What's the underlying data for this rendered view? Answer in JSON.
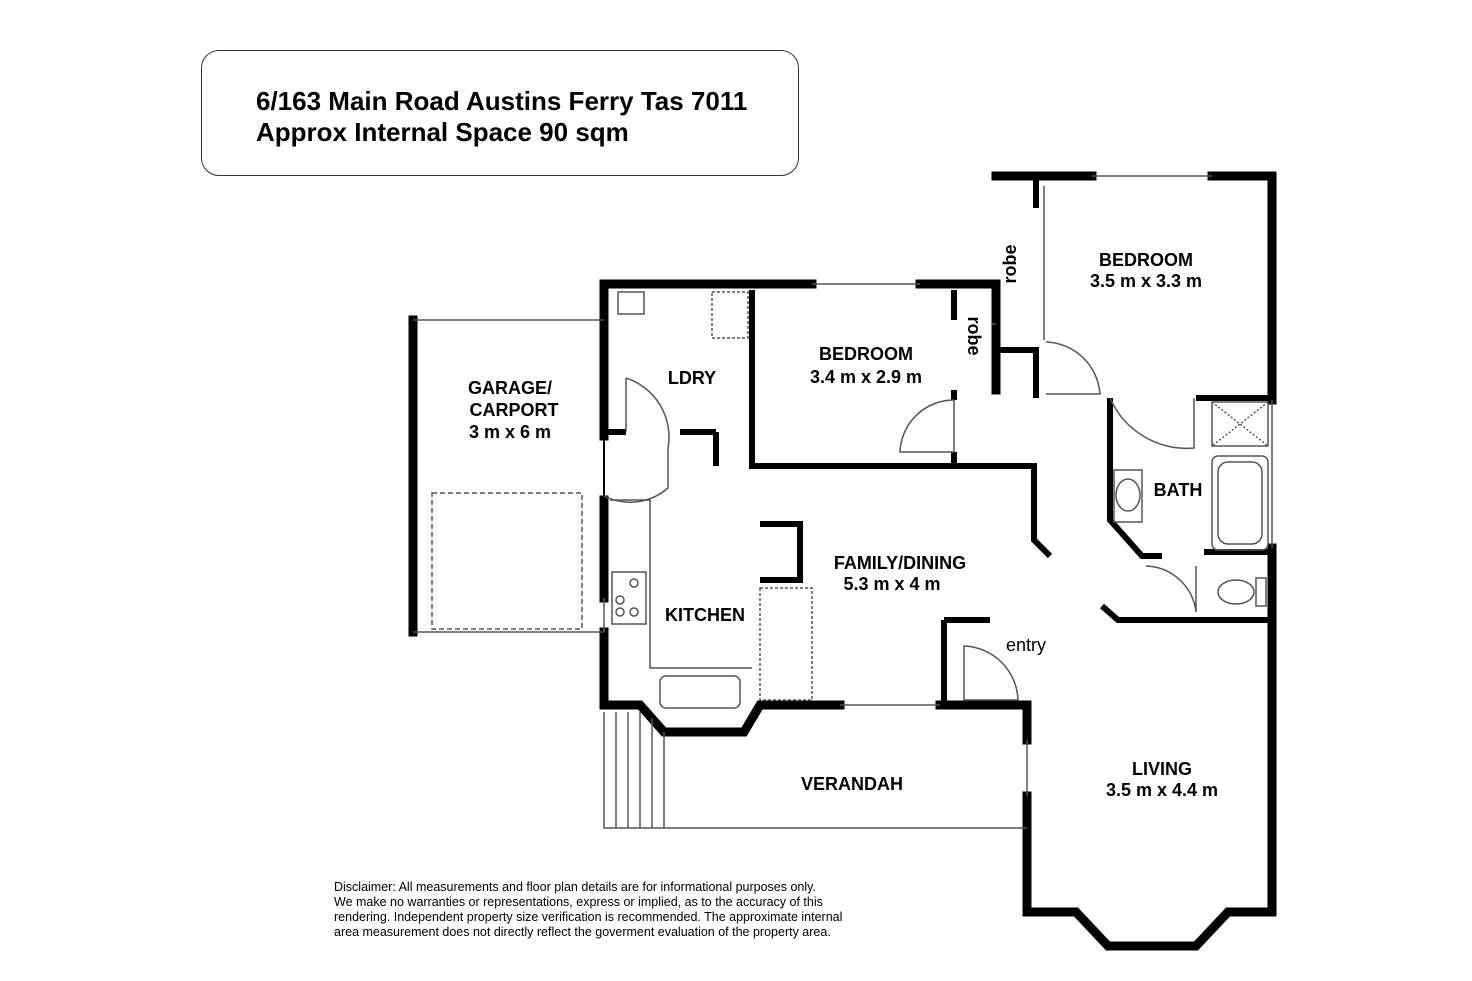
{
  "header": {
    "address": "6/163 Main Road Austins Ferry Tas 7011",
    "area": "Approx Internal Space 90  sqm"
  },
  "rooms": {
    "bedroom2": {
      "name": "BEDROOM",
      "size": "3.5 m x 3.3 m"
    },
    "bedroom1": {
      "name": "BEDROOM",
      "size": "3.4 m x 2.9 m"
    },
    "robe1": "robe",
    "robe2": "robe",
    "garage": {
      "line1": "GARAGE/",
      "line2": "CARPORT",
      "size": "3 m x 6 m"
    },
    "laundry": "LDRY",
    "bath": "BATH",
    "family": {
      "name": "FAMILY/DINING",
      "size": "5.3 m x 4 m"
    },
    "kitchen": "KITCHEN",
    "entry": "entry",
    "verandah": "VERANDAH",
    "living": {
      "name": "LIVING",
      "size": "3.5 m x 4.4 m"
    }
  },
  "disclaimer": [
    "Disclaimer: All measurements and floor plan details are for informational purposes only.",
    " We  make no warranties or representations, express or implied, as to the accuracy of this",
    "rendering. Independent property size verification is recommended. The approximate internal",
    "area measurement does not directly reflect the goverment evaluation of the property area."
  ]
}
